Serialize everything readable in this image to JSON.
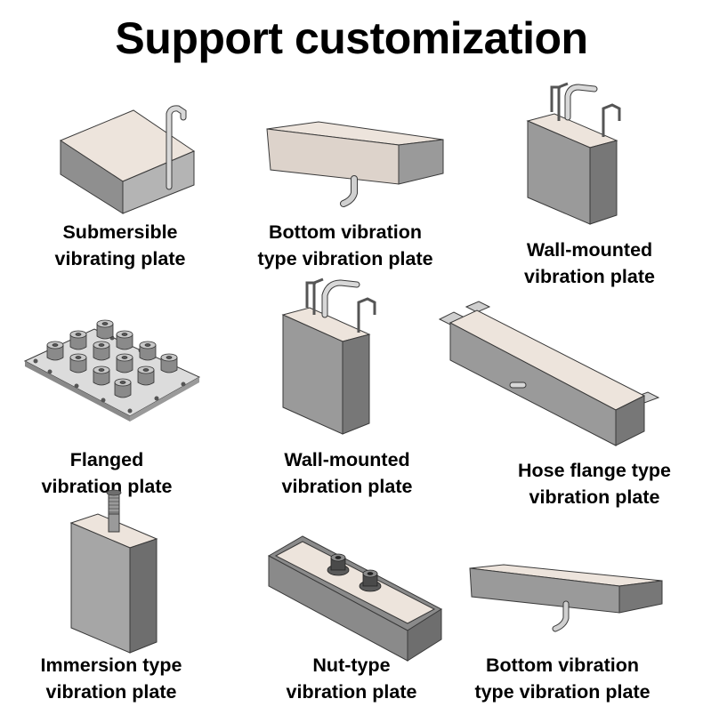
{
  "page_title": "Support customization",
  "products": [
    {
      "line1": "Submersible",
      "line2": "vibrating plate"
    },
    {
      "line1": "Bottom vibration",
      "line2": "type vibration plate"
    },
    {
      "line1": "Wall-mounted",
      "line2": "vibration plate"
    },
    {
      "line1": "Flanged",
      "line2": "vibration plate"
    },
    {
      "line1": "Wall-mounted",
      "line2": "vibration plate"
    },
    {
      "line1": "Hose flange type",
      "line2": "vibration plate"
    },
    {
      "line1": "Immersion type",
      "line2": "vibration plate"
    },
    {
      "line1": "Nut-type",
      "line2": "vibration plate"
    },
    {
      "line1": "Bottom vibration",
      "line2": "type vibration plate"
    }
  ],
  "colors": {
    "top_face": "#ede4dc",
    "side_face": "#a6a6a6",
    "front_face": "#8f8f8f",
    "dark_face": "#6e6e6e",
    "outline": "#3a3a3a"
  }
}
